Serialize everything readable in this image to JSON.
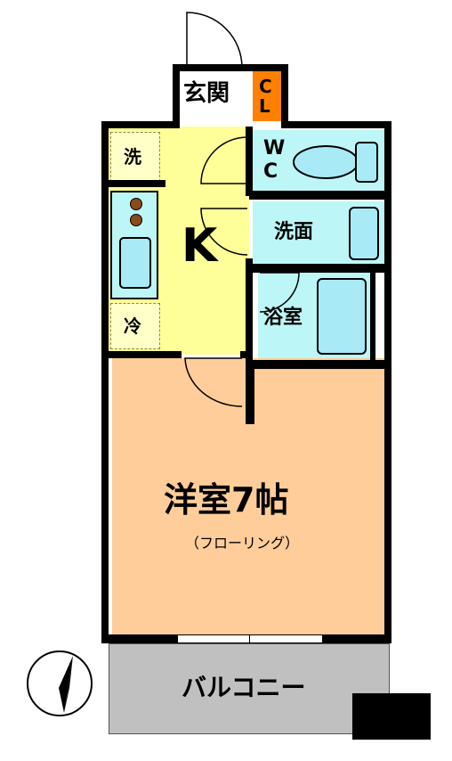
{
  "rooms": {
    "entrance": "玄関",
    "entrance_closet": "C\nL",
    "toilet": "W\nC",
    "laundry": "洗",
    "kitchen": "K",
    "fridge": "冷",
    "washroom": "洗面",
    "bathroom": "浴室",
    "closet": "CL",
    "western_room": "洋室7帖",
    "flooring": "（フローリング）",
    "balcony": "バルコニー"
  },
  "colors": {
    "kitchen": "#ffff99",
    "water": "#bdf6f6",
    "closet": "#ff8000",
    "western_room": "#fecd9a",
    "balcony": "#c0c0c0",
    "walls": "#000000"
  },
  "icons": [
    "compass-icon",
    "door-swing-icon",
    "toilet-icon",
    "bathtub-icon",
    "sink-icon",
    "stove-burner-icon"
  ]
}
